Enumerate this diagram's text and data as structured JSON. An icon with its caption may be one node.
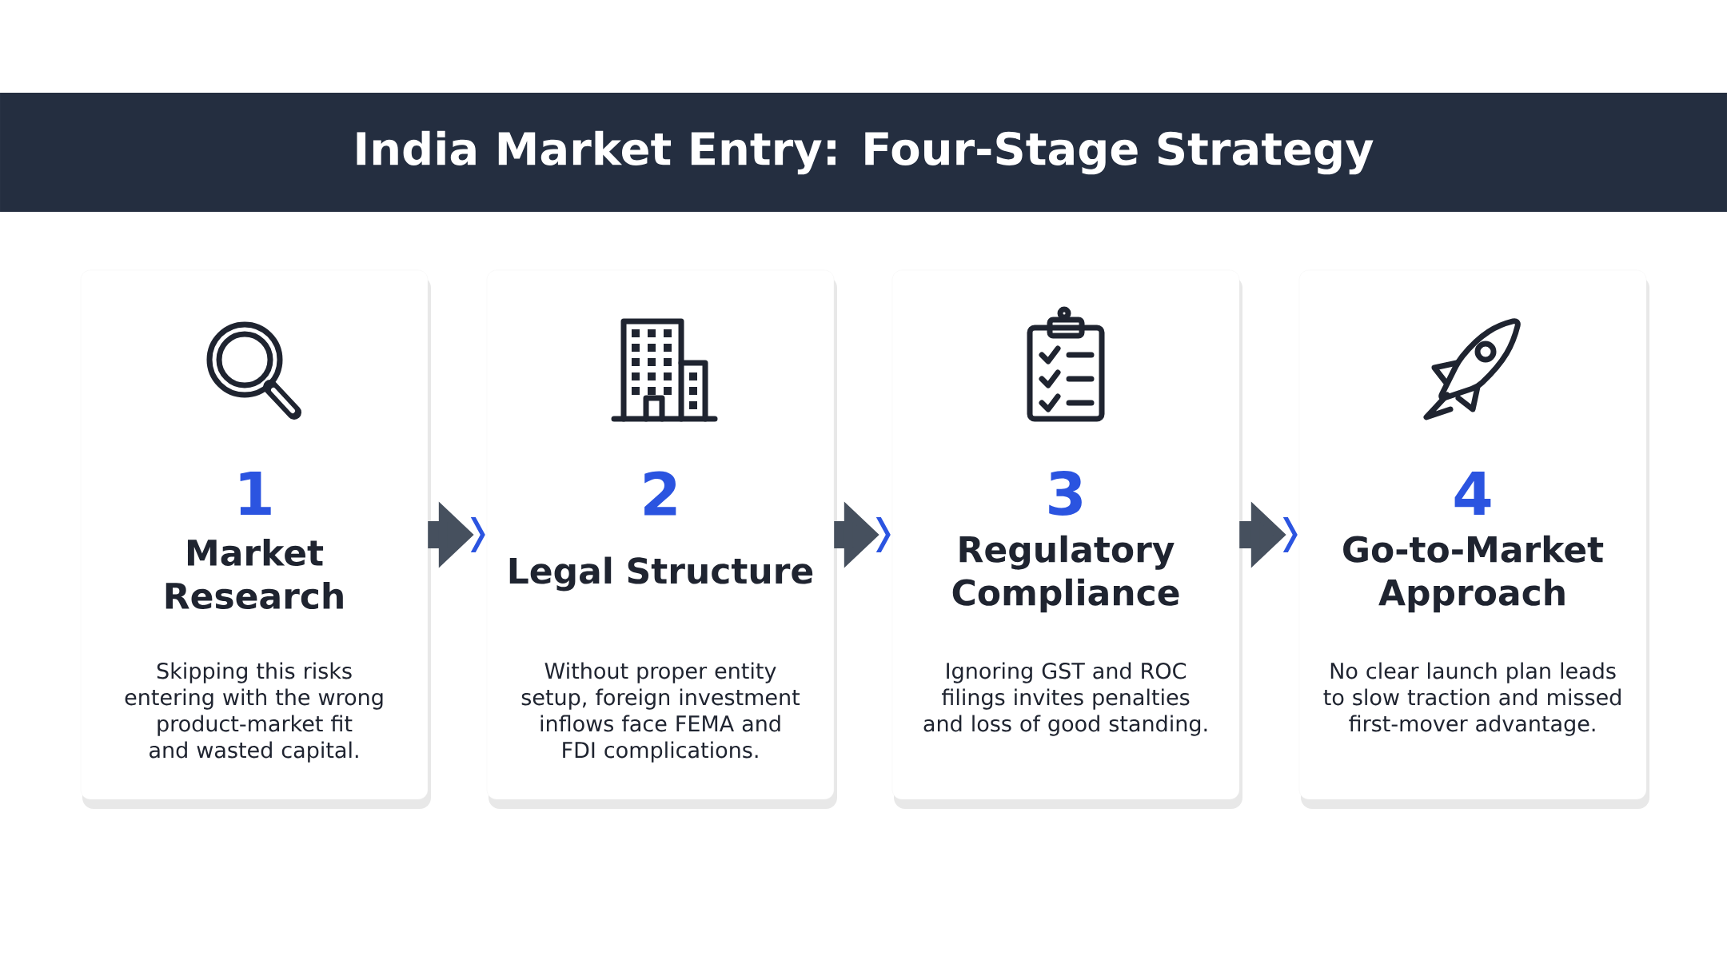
{
  "diagram": {
    "title": "India Market Entry: Four-Stage Strategy",
    "nodes": [
      {
        "text": [
          "1",
          "Market Research",
          "Skipping this risks entering with the wrong product-market fit and wasted capital."
        ]
      },
      {
        "text": [
          "2",
          "Legal Structure",
          "Without proper entity setup, foreign investment inflows face FEMA and FDI complications."
        ]
      },
      {
        "text": [
          "3",
          "Regulatory Compliance",
          "Ignoring GST and ROC filings invites penalties and loss of good standing."
        ]
      },
      {
        "text": [
          "4",
          "Go-to-Market Approach",
          "No clear launch plan leads to slow traction and missed first-mover advantage."
        ]
      }
    ],
    "edges": [
      {
        "from": 0,
        "to": 1,
        "arrow": "to"
      },
      {
        "from": 1,
        "to": 2,
        "arrow": "to"
      },
      {
        "from": 2,
        "to": 3,
        "arrow": "to"
      }
    ]
  }
}
